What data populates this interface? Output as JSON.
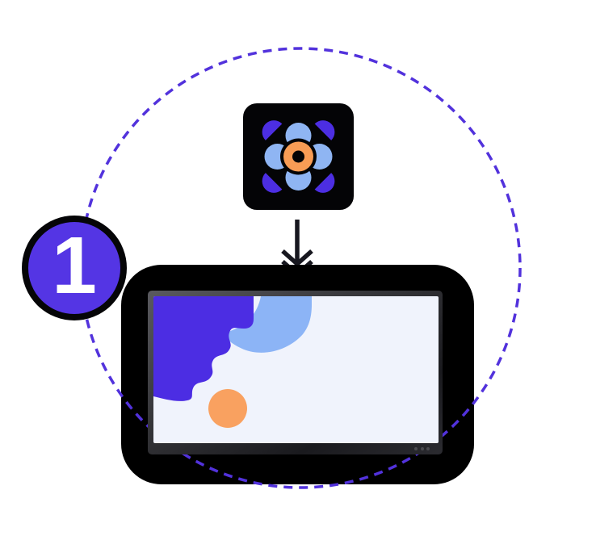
{
  "illustration": {
    "title": "step-1-install-app-on-tv",
    "step": {
      "number": "1"
    },
    "app_icon": "flower-app-icon",
    "device": "smart-tv",
    "indicator_dots_count": 3
  },
  "colors": {
    "badge_purple": "#5435E4",
    "blob_purple": "#4C2DE3",
    "icon_purple": "#4C2EE2",
    "petal_blue": "#8FB5F3",
    "arc_blue": "#8CB4F6",
    "icon_orange": "#F89C55",
    "screen_orange": "#F9A160",
    "dash_purple": "#5232DC",
    "screen_bg": "#F0F3FC",
    "tv_black": "#000000",
    "icon_black": "#040406",
    "arrow_dark": "#17171F",
    "dot_gray": "#4B4B50",
    "white": "#FFFFFF"
  }
}
